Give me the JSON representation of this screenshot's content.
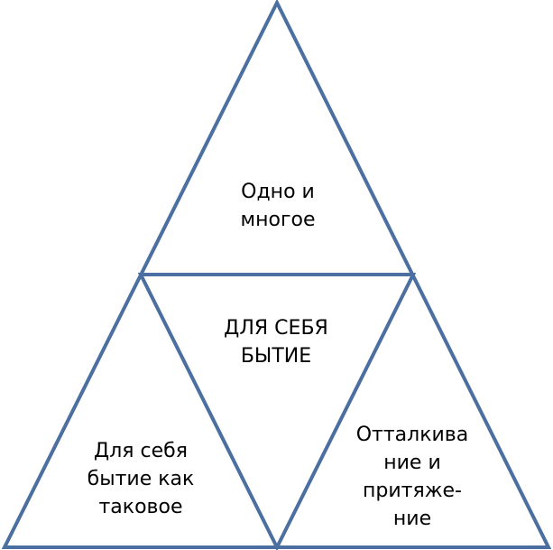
{
  "colors": {
    "stroke": "#4a6fa0",
    "text": "#000000",
    "background": "#ffffff"
  },
  "sections": {
    "top": {
      "lines": [
        "Одно и",
        "многое"
      ]
    },
    "center": {
      "lines": [
        "ДЛЯ СЕБЯ",
        "БЫТИЕ"
      ]
    },
    "left": {
      "lines": [
        "Для себя",
        "бытие как",
        "таковое"
      ]
    },
    "right": {
      "lines": [
        "Отталкива",
        "ние и",
        "притяже-",
        "ние"
      ]
    }
  }
}
